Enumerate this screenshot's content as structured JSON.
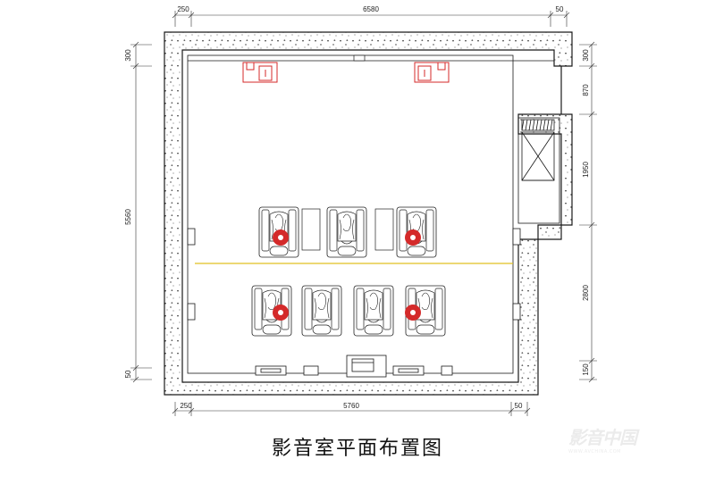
{
  "title": "影音室平面布置图",
  "dimensions": {
    "top_left": "250",
    "top_main": "6580",
    "top_right": "50",
    "bottom_left": "250",
    "bottom_main": "5760",
    "bottom_right": "50",
    "left_top": "300",
    "left_main": "5560",
    "left_bottom": "50",
    "right_a": "300",
    "right_b": "870",
    "right_c": "1950",
    "right_d": "2800",
    "right_e": "150"
  },
  "watermark": {
    "logo_text": "影音中国",
    "sub_text": "WWW.AVCHINA.COM"
  },
  "colors": {
    "wall": "#1a1a1a",
    "speaker": "#d42a2a",
    "seat_marker": "#d42a2a",
    "row_line": "#e0c020"
  }
}
